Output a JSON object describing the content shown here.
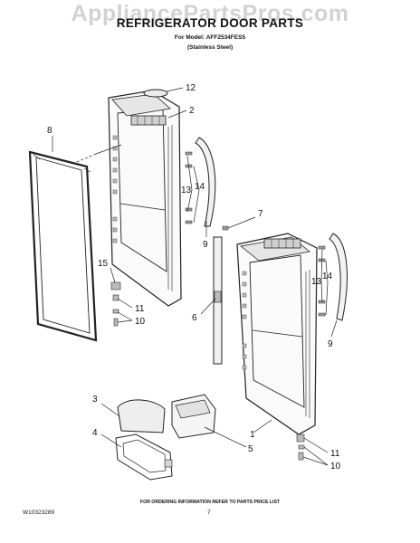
{
  "header": {
    "watermark": "AppliancePartsPros.com",
    "title": "REFRIGERATOR DOOR PARTS",
    "model_line": "For Model: AFF2534FES5",
    "variant_line": "(Stainless Steel)"
  },
  "callouts": {
    "c12": "12",
    "c2": "2",
    "c8": "8",
    "c13a": "13",
    "c14a": "14",
    "c9a": "9",
    "c7": "7",
    "c15": "15",
    "c11a": "11",
    "c10a": "10",
    "c6": "6",
    "c13b": "13",
    "c14b": "14",
    "c9b": "9",
    "c3": "3",
    "c4": "4",
    "c1": "1",
    "c5": "5",
    "c11b": "11",
    "c10b": "10"
  },
  "footer": {
    "ordering_note": "FOR ORDERING INFORMATION REFER TO PARTS PRICE LIST",
    "document_id": "W10323289",
    "page_number": "7"
  }
}
